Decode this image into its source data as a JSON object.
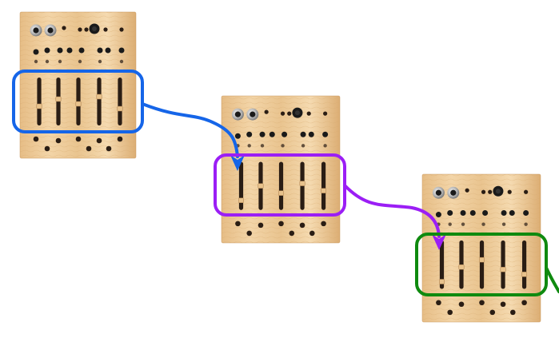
{
  "diagram": {
    "modules": [
      {
        "id": "module-1",
        "faders": 5,
        "slider_levels": [
          0.4,
          0.55,
          0.45,
          0.6,
          0.35
        ]
      },
      {
        "id": "module-2",
        "faders": 5,
        "slider_levels": [
          0.2,
          0.5,
          0.35,
          0.55,
          0.4
        ]
      },
      {
        "id": "module-3",
        "faders": 5,
        "slider_levels": [
          0.15,
          0.45,
          0.6,
          0.4,
          0.3
        ]
      }
    ],
    "highlights": [
      {
        "module": "module-1",
        "color": "#1565e8"
      },
      {
        "module": "module-2",
        "color": "#9b1ef5"
      },
      {
        "module": "module-3",
        "color": "#0f8a0f"
      }
    ],
    "connectors": [
      {
        "from": "module-1",
        "to": "module-2",
        "color": "#1565e8",
        "arrowhead": true
      },
      {
        "from": "module-2",
        "to": "module-3",
        "color": "#9b1ef5",
        "arrowhead": true
      },
      {
        "from": "module-3",
        "to": "offscreen-right",
        "color": "#0f8a0f",
        "arrowhead": false
      }
    ],
    "colors": {
      "wood_light": "#f0cf9f",
      "wood_mid": "#e2b57c",
      "wood_dark": "#c8965c",
      "hole": "#2a1d14",
      "knob": "#1a1a1a",
      "jack": "#c9c9c9"
    }
  }
}
